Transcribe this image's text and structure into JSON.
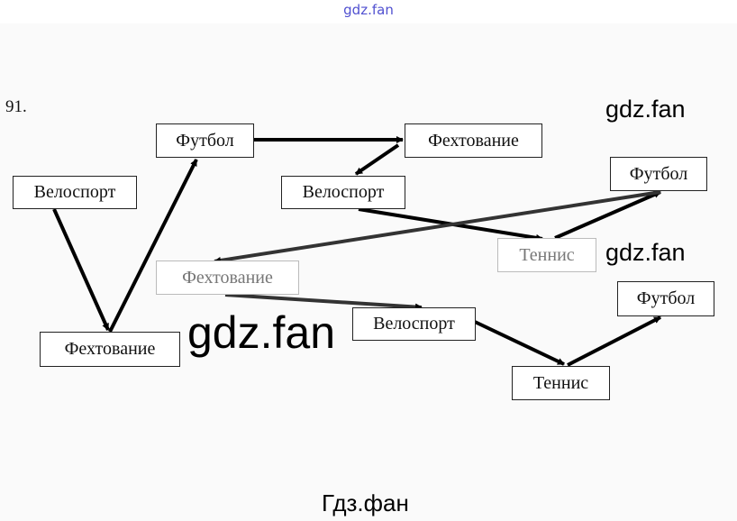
{
  "watermark_top": "gdz.fan",
  "exercise_number": "91.",
  "boxes": {
    "b1": "Велоспорт",
    "b2": "Фехтование",
    "b3": "Футбол",
    "b4": "Фехтование",
    "b5": "Велоспорт",
    "b6": "Футбол",
    "b7": "Теннис",
    "b8": "Фехтование",
    "b9": "Велоспорт",
    "b10": "Теннис",
    "b11": "Футбол"
  },
  "watermarks": {
    "w1": "gdz.fan",
    "w2": "gdz.fan",
    "w3": "gdz.fan",
    "w4": "Гдз.фан"
  }
}
